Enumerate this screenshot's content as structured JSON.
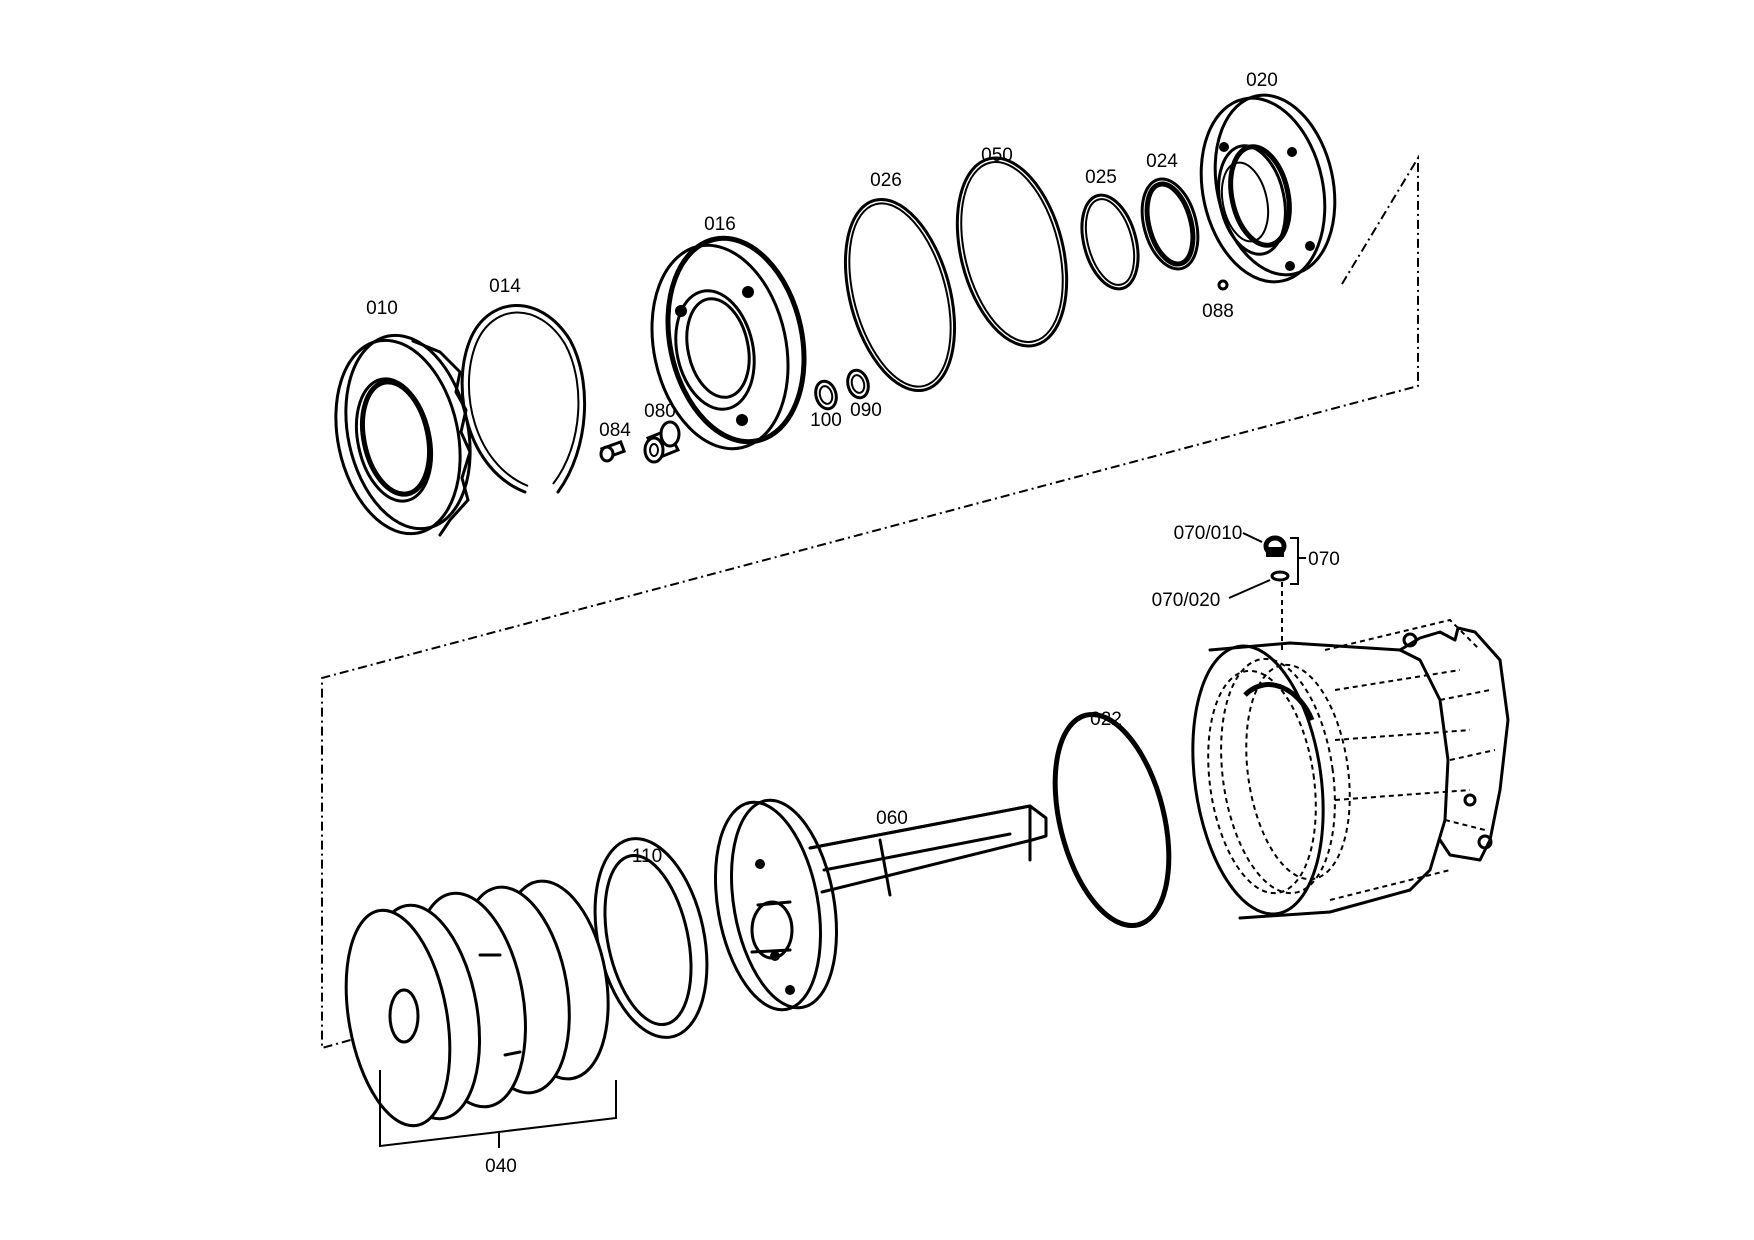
{
  "parts": [
    {
      "id": "010",
      "label": "010"
    },
    {
      "id": "014",
      "label": "014"
    },
    {
      "id": "084",
      "label": "084"
    },
    {
      "id": "080",
      "label": "080"
    },
    {
      "id": "016",
      "label": "016"
    },
    {
      "id": "100",
      "label": "100"
    },
    {
      "id": "090",
      "label": "090"
    },
    {
      "id": "026",
      "label": "026"
    },
    {
      "id": "050",
      "label": "050"
    },
    {
      "id": "025",
      "label": "025"
    },
    {
      "id": "024",
      "label": "024"
    },
    {
      "id": "020",
      "label": "020"
    },
    {
      "id": "088",
      "label": "088"
    },
    {
      "id": "070_010",
      "label": "070/010"
    },
    {
      "id": "070",
      "label": "070"
    },
    {
      "id": "070_020",
      "label": "070/020"
    },
    {
      "id": "022",
      "label": "022"
    },
    {
      "id": "060",
      "label": "060"
    },
    {
      "id": "110",
      "label": "110"
    },
    {
      "id": "040",
      "label": "040"
    }
  ]
}
